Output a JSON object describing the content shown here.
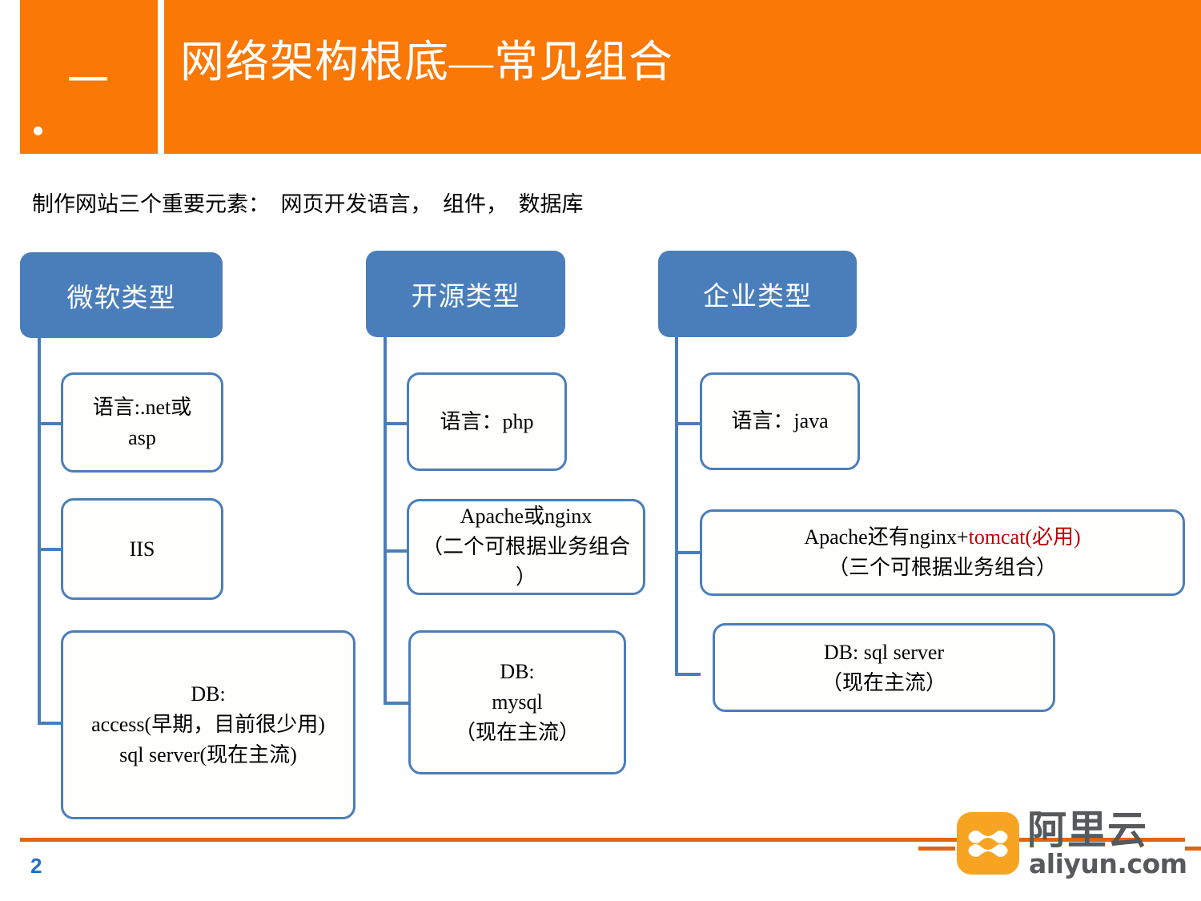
{
  "header": {
    "section_number": "一",
    "title": "网络架构根底—常见组合",
    "accent_color": "#F97806"
  },
  "subtitle": "制作网站三个重要元素：  网页开发语言，  组件，  数据库",
  "diagram": {
    "node_color": "#4A7EBB",
    "columns": [
      {
        "head": "微软类型",
        "nodes": [
          {
            "lines": [
              "语言:.net或",
              "asp"
            ]
          },
          {
            "lines": [
              "IIS"
            ]
          },
          {
            "lines": [
              "DB:",
              "access(早期，目前很少用)",
              "sql server(现在主流)"
            ]
          }
        ]
      },
      {
        "head": "开源类型",
        "nodes": [
          {
            "lines": [
              "语言：php"
            ]
          },
          {
            "lines": [
              "Apache或nginx",
              "（二个可根据业务组合",
              "）"
            ]
          },
          {
            "lines": [
              "DB:",
              "mysql",
              "（现在主流）"
            ]
          }
        ]
      },
      {
        "head": "企业类型",
        "nodes": [
          {
            "lines": [
              "语言：java"
            ]
          },
          {
            "lines": [
              "Apache还有nginx+tomcat(必用)",
              "（三个可根据业务组合）"
            ],
            "red_segment": "tomcat(必用)"
          },
          {
            "lines": [
              "DB:    sql server",
              "（现在主流）"
            ]
          }
        ]
      }
    ]
  },
  "footer": {
    "page_number": "2",
    "rule_color": "#E2650B",
    "logo": {
      "cn": "阿里云",
      "en": "aliyun.com",
      "mark_color": "#F7A423"
    }
  }
}
